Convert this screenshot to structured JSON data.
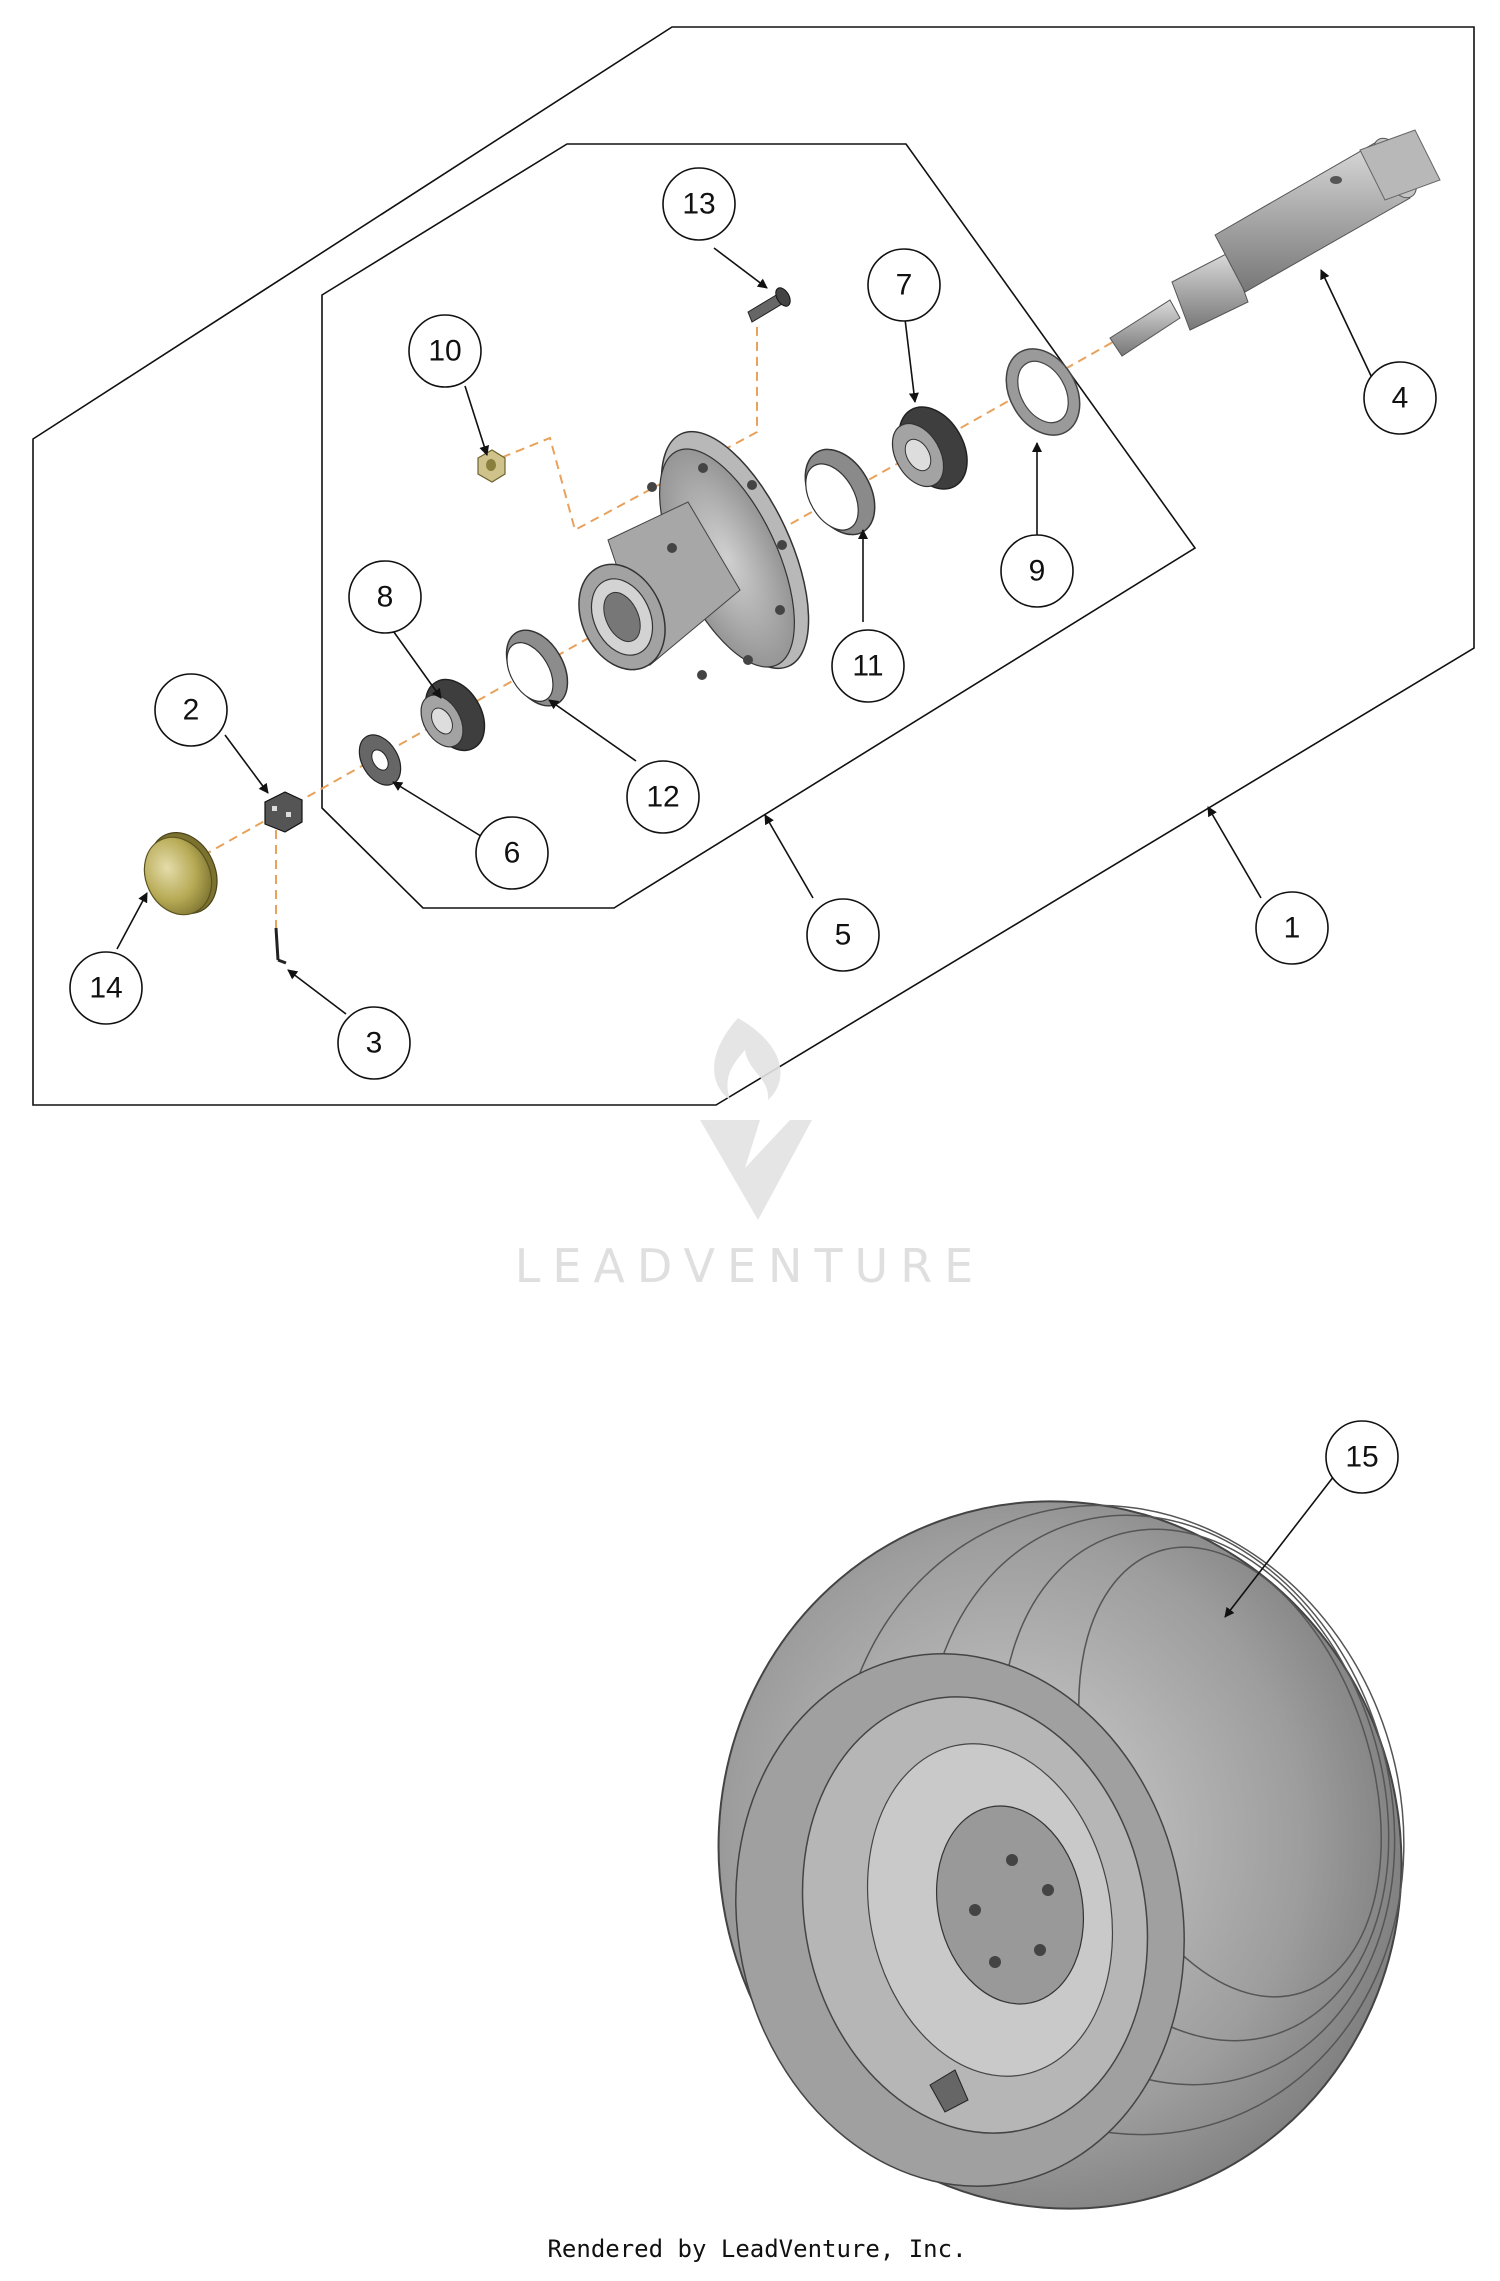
{
  "callouts": {
    "c1": "1",
    "c2": "2",
    "c3": "3",
    "c4": "4",
    "c5": "5",
    "c6": "6",
    "c7": "7",
    "c8": "8",
    "c9": "9",
    "c10": "10",
    "c11": "11",
    "c12": "12",
    "c13": "13",
    "c14": "14",
    "c15": "15"
  },
  "watermark": {
    "brand": "LEADVENTURE"
  },
  "footer": {
    "credit": "Rendered by LeadVenture, Inc."
  },
  "colors": {
    "line": "#111111",
    "part_gray": "#a9a9a9",
    "dash": "#e8a25c",
    "cap": "#b9ab5a"
  }
}
